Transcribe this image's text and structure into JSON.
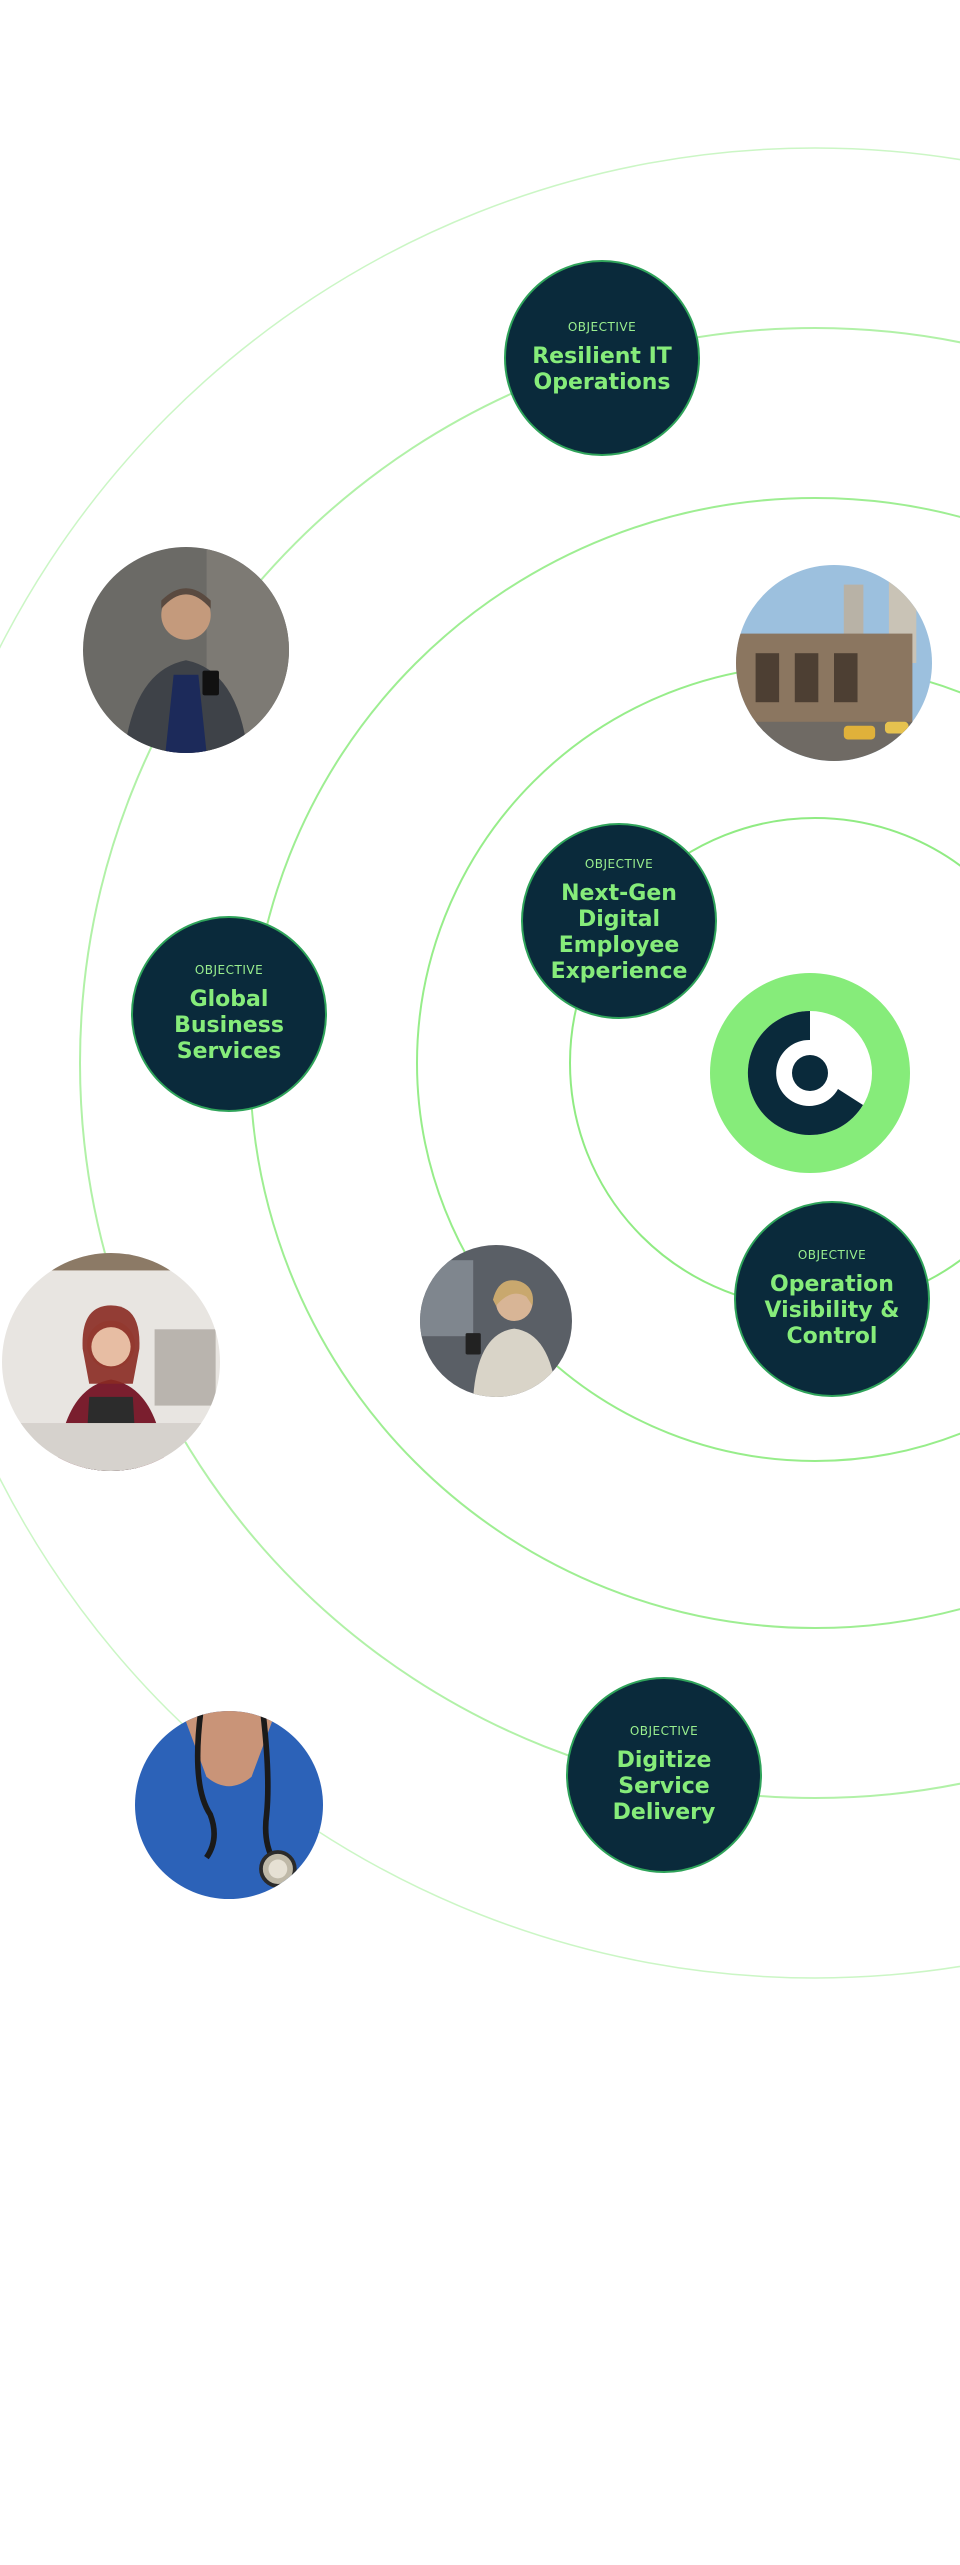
{
  "objectives": [
    {
      "kicker": "OBJECTIVE",
      "title": "Resilient IT\nOperations"
    },
    {
      "kicker": "OBJECTIVE",
      "title": "Next-Gen\nDigital\nEmployee\nExperience"
    },
    {
      "kicker": "OBJECTIVE",
      "title": "Global\nBusiness\nServices"
    },
    {
      "kicker": "OBJECTIVE",
      "title": "Operation\nVisibility &\nControl"
    },
    {
      "kicker": "OBJECTIVE",
      "title": "Digitize Service\nDelivery"
    }
  ],
  "photos": [
    {
      "subject": "man-with-phone"
    },
    {
      "subject": "grand-central-terminal"
    },
    {
      "subject": "woman-shop-owner"
    },
    {
      "subject": "woman-with-phone-in-train"
    },
    {
      "subject": "nurse-stethoscope"
    }
  ],
  "colors": {
    "objective_bg": "#0a2a3b",
    "objective_text": "#86ec7a",
    "ring": "#7de86d",
    "logo_green": "#86ec7a",
    "logo_dark": "#0a2a3b"
  },
  "icons": {
    "brand_logo": "target-logo-icon"
  }
}
